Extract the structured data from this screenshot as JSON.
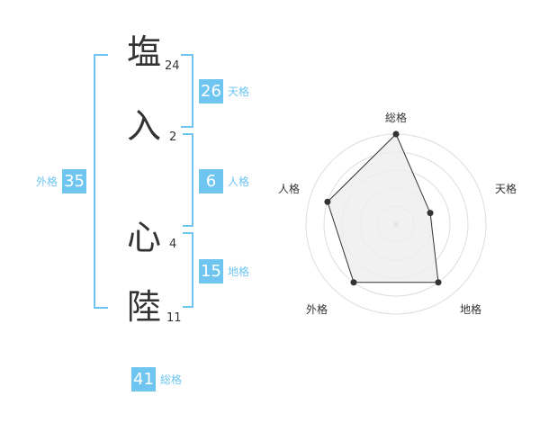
{
  "name_chars": [
    {
      "char": "塩",
      "strokes": "24"
    },
    {
      "char": "入",
      "strokes": "2"
    },
    {
      "char": "心",
      "strokes": "4"
    },
    {
      "char": "陸",
      "strokes": "11"
    }
  ],
  "kakusu": {
    "tenkaku": {
      "value": "26",
      "label": "天格"
    },
    "jinkaku": {
      "value": "6",
      "label": "人格"
    },
    "chikaku": {
      "value": "15",
      "label": "地格"
    },
    "gaikaku": {
      "value": "35",
      "label": "外格"
    },
    "soukaku": {
      "value": "41",
      "label": "総格"
    }
  },
  "colors": {
    "accent": "#6ec6f0",
    "text": "#333333",
    "radar_fill": "#eeeeee"
  },
  "chart_data": {
    "type": "radar",
    "axes": [
      "総格",
      "天格",
      "地格",
      "外格",
      "人格"
    ],
    "values": [
      5,
      2,
      4,
      4,
      4
    ],
    "max": 5
  }
}
